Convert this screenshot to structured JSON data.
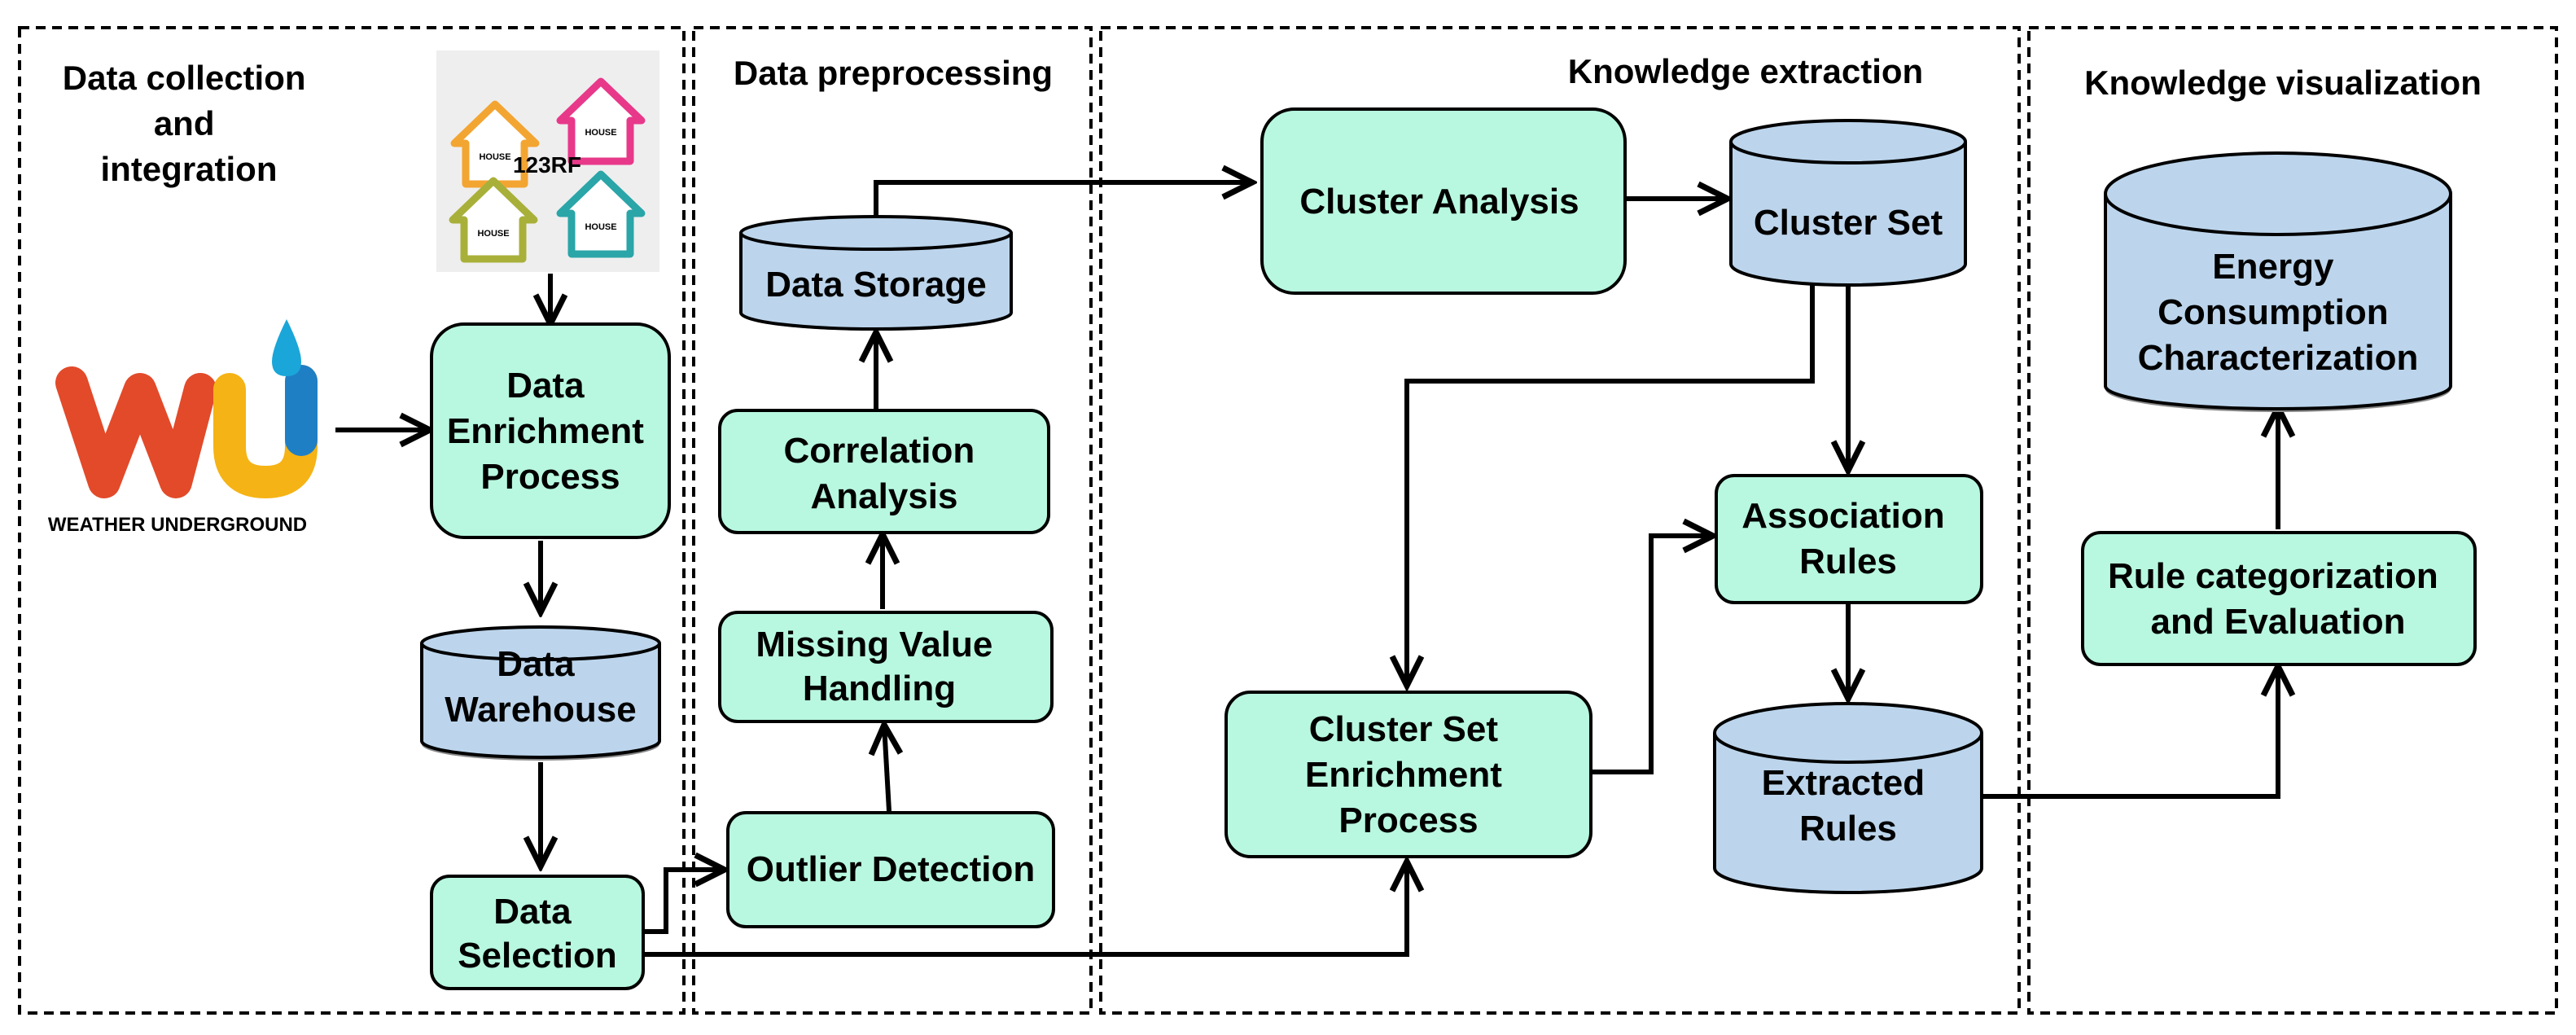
{
  "sections": {
    "collection": [
      "Data collection",
      "and",
      "integration"
    ],
    "preprocessing": [
      "Data preprocessing"
    ],
    "extraction": [
      "Knowledge extraction"
    ],
    "visualization": [
      "Knowledge visualization"
    ]
  },
  "nodes": {
    "data_enrichment": [
      "Data",
      "Enrichment",
      "Process"
    ],
    "data_warehouse": [
      "Data",
      "Warehouse"
    ],
    "data_selection": [
      "Data",
      "Selection"
    ],
    "outlier_detection": [
      "Outlier Detection"
    ],
    "missing_value": [
      "Missing Value",
      "Handling"
    ],
    "correlation": [
      "Correlation",
      "Analysis"
    ],
    "data_storage": [
      "Data Storage"
    ],
    "cluster_analysis": [
      "Cluster Analysis"
    ],
    "cluster_set": [
      "Cluster Set"
    ],
    "cluster_enrichment": [
      "Cluster Set",
      "Enrichment",
      "Process"
    ],
    "association_rules": [
      "Association",
      "Rules"
    ],
    "extracted_rules": [
      "Extracted",
      "Rules"
    ],
    "rule_categorization": [
      "Rule categorization",
      "and Evaluation"
    ],
    "energy": [
      "Energy",
      "Consumption",
      "Characterization"
    ]
  },
  "logos": {
    "weather": "WEATHER UNDERGROUND",
    "stock_watermark": "123RF",
    "house_text": [
      "HOUSE",
      "HOUSE",
      "HOUSE",
      "HOUSE"
    ]
  },
  "colors": {
    "process_fill": "#b8f8e0",
    "store_fill": "#bcd5ec",
    "line": "#000000"
  },
  "icons": [
    "house-icon",
    "weather-underground-logo",
    "arrow-icon"
  ]
}
